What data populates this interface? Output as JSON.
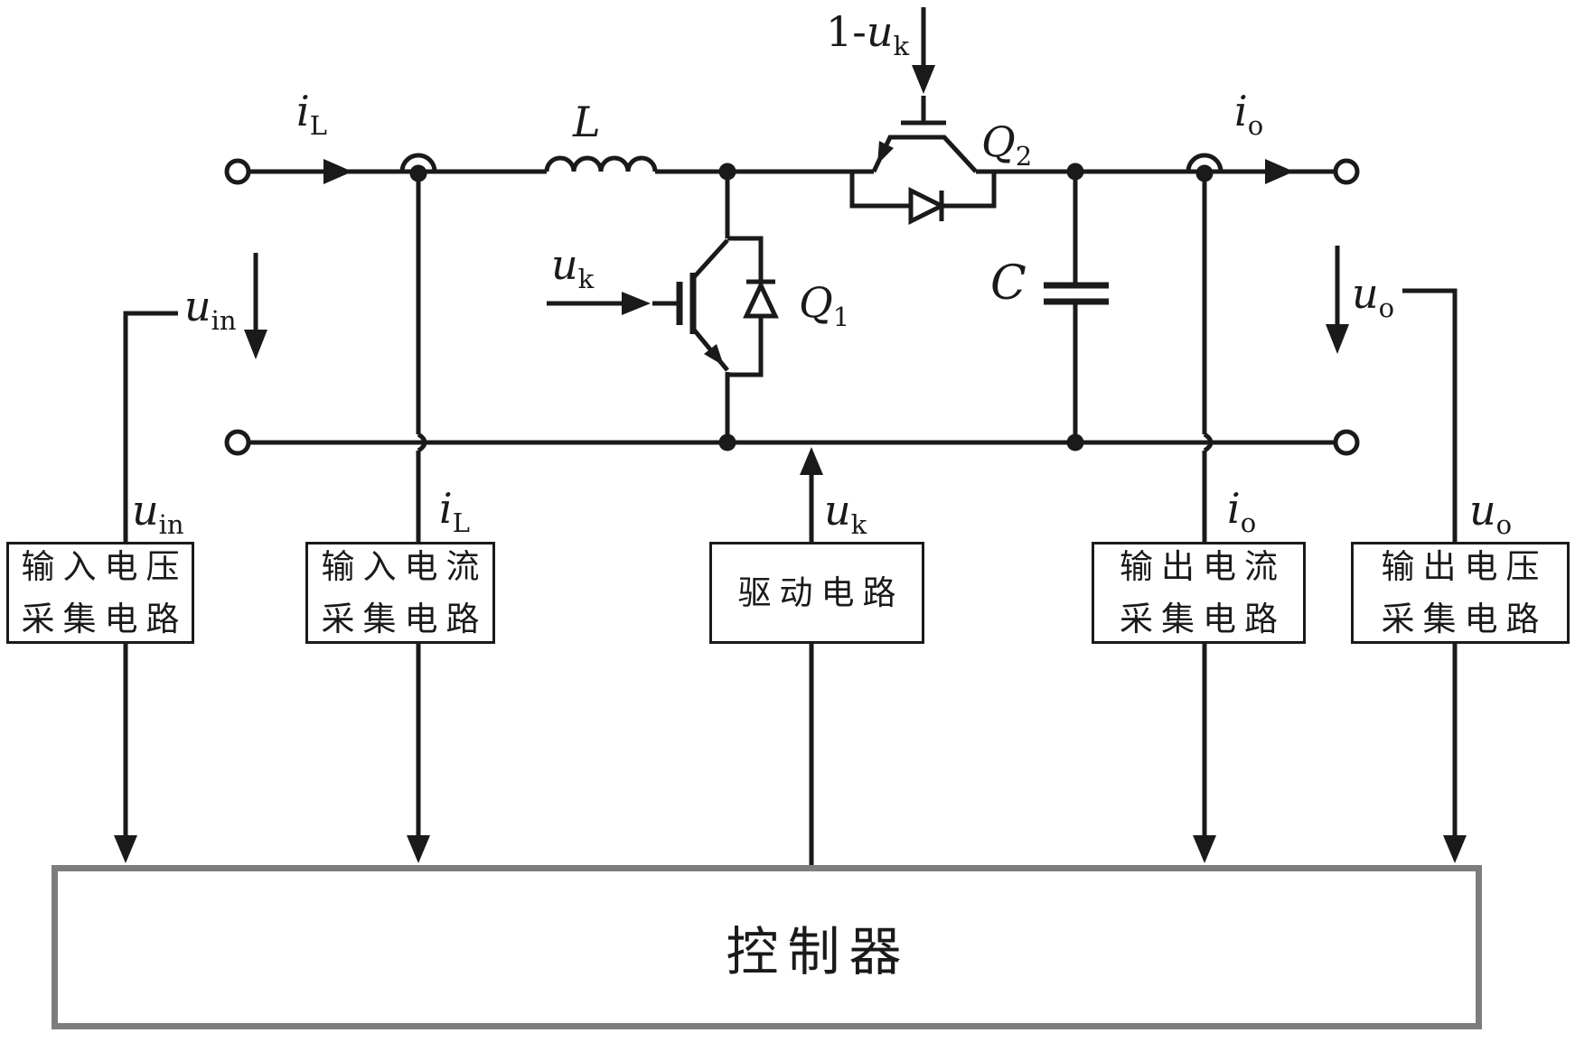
{
  "diagram_type": "power-converter control block diagram",
  "colors": {
    "line": "#1a1a1a",
    "controller_border": "#7d7d7d",
    "background": "#ffffff"
  },
  "signals": {
    "il_top": {
      "main": "i",
      "sub": "L"
    },
    "inductor": {
      "main": "L"
    },
    "one_minus_uk": {
      "pre": "1-",
      "main": "u",
      "sub": "k"
    },
    "q1": {
      "main": "Q",
      "sub": "1"
    },
    "q2": {
      "main": "Q",
      "sub": "2"
    },
    "uk_gate": {
      "main": "u",
      "sub": "k"
    },
    "cap": {
      "main": "C"
    },
    "io_top": {
      "main": "i",
      "sub": "o"
    },
    "uin_arrow": {
      "main": "u",
      "sub": "in"
    },
    "uo_arrow": {
      "main": "u",
      "sub": "o"
    },
    "uin_box": {
      "main": "u",
      "sub": "in"
    },
    "il_box": {
      "main": "i",
      "sub": "L"
    },
    "uk_box": {
      "main": "u",
      "sub": "k"
    },
    "io_box": {
      "main": "i",
      "sub": "o"
    },
    "uo_box": {
      "main": "u",
      "sub": "o"
    }
  },
  "boxes": {
    "input_voltage": {
      "line1": "输入电压",
      "line2": "采集电路"
    },
    "input_current": {
      "line1": "输入电流",
      "line2": "采集电路"
    },
    "driver": {
      "line1": "驱动电路"
    },
    "output_current": {
      "line1": "输出电流",
      "line2": "采集电路"
    },
    "output_voltage": {
      "line1": "输出电压",
      "line2": "采集电路"
    }
  },
  "controller": {
    "label": "控制器"
  }
}
